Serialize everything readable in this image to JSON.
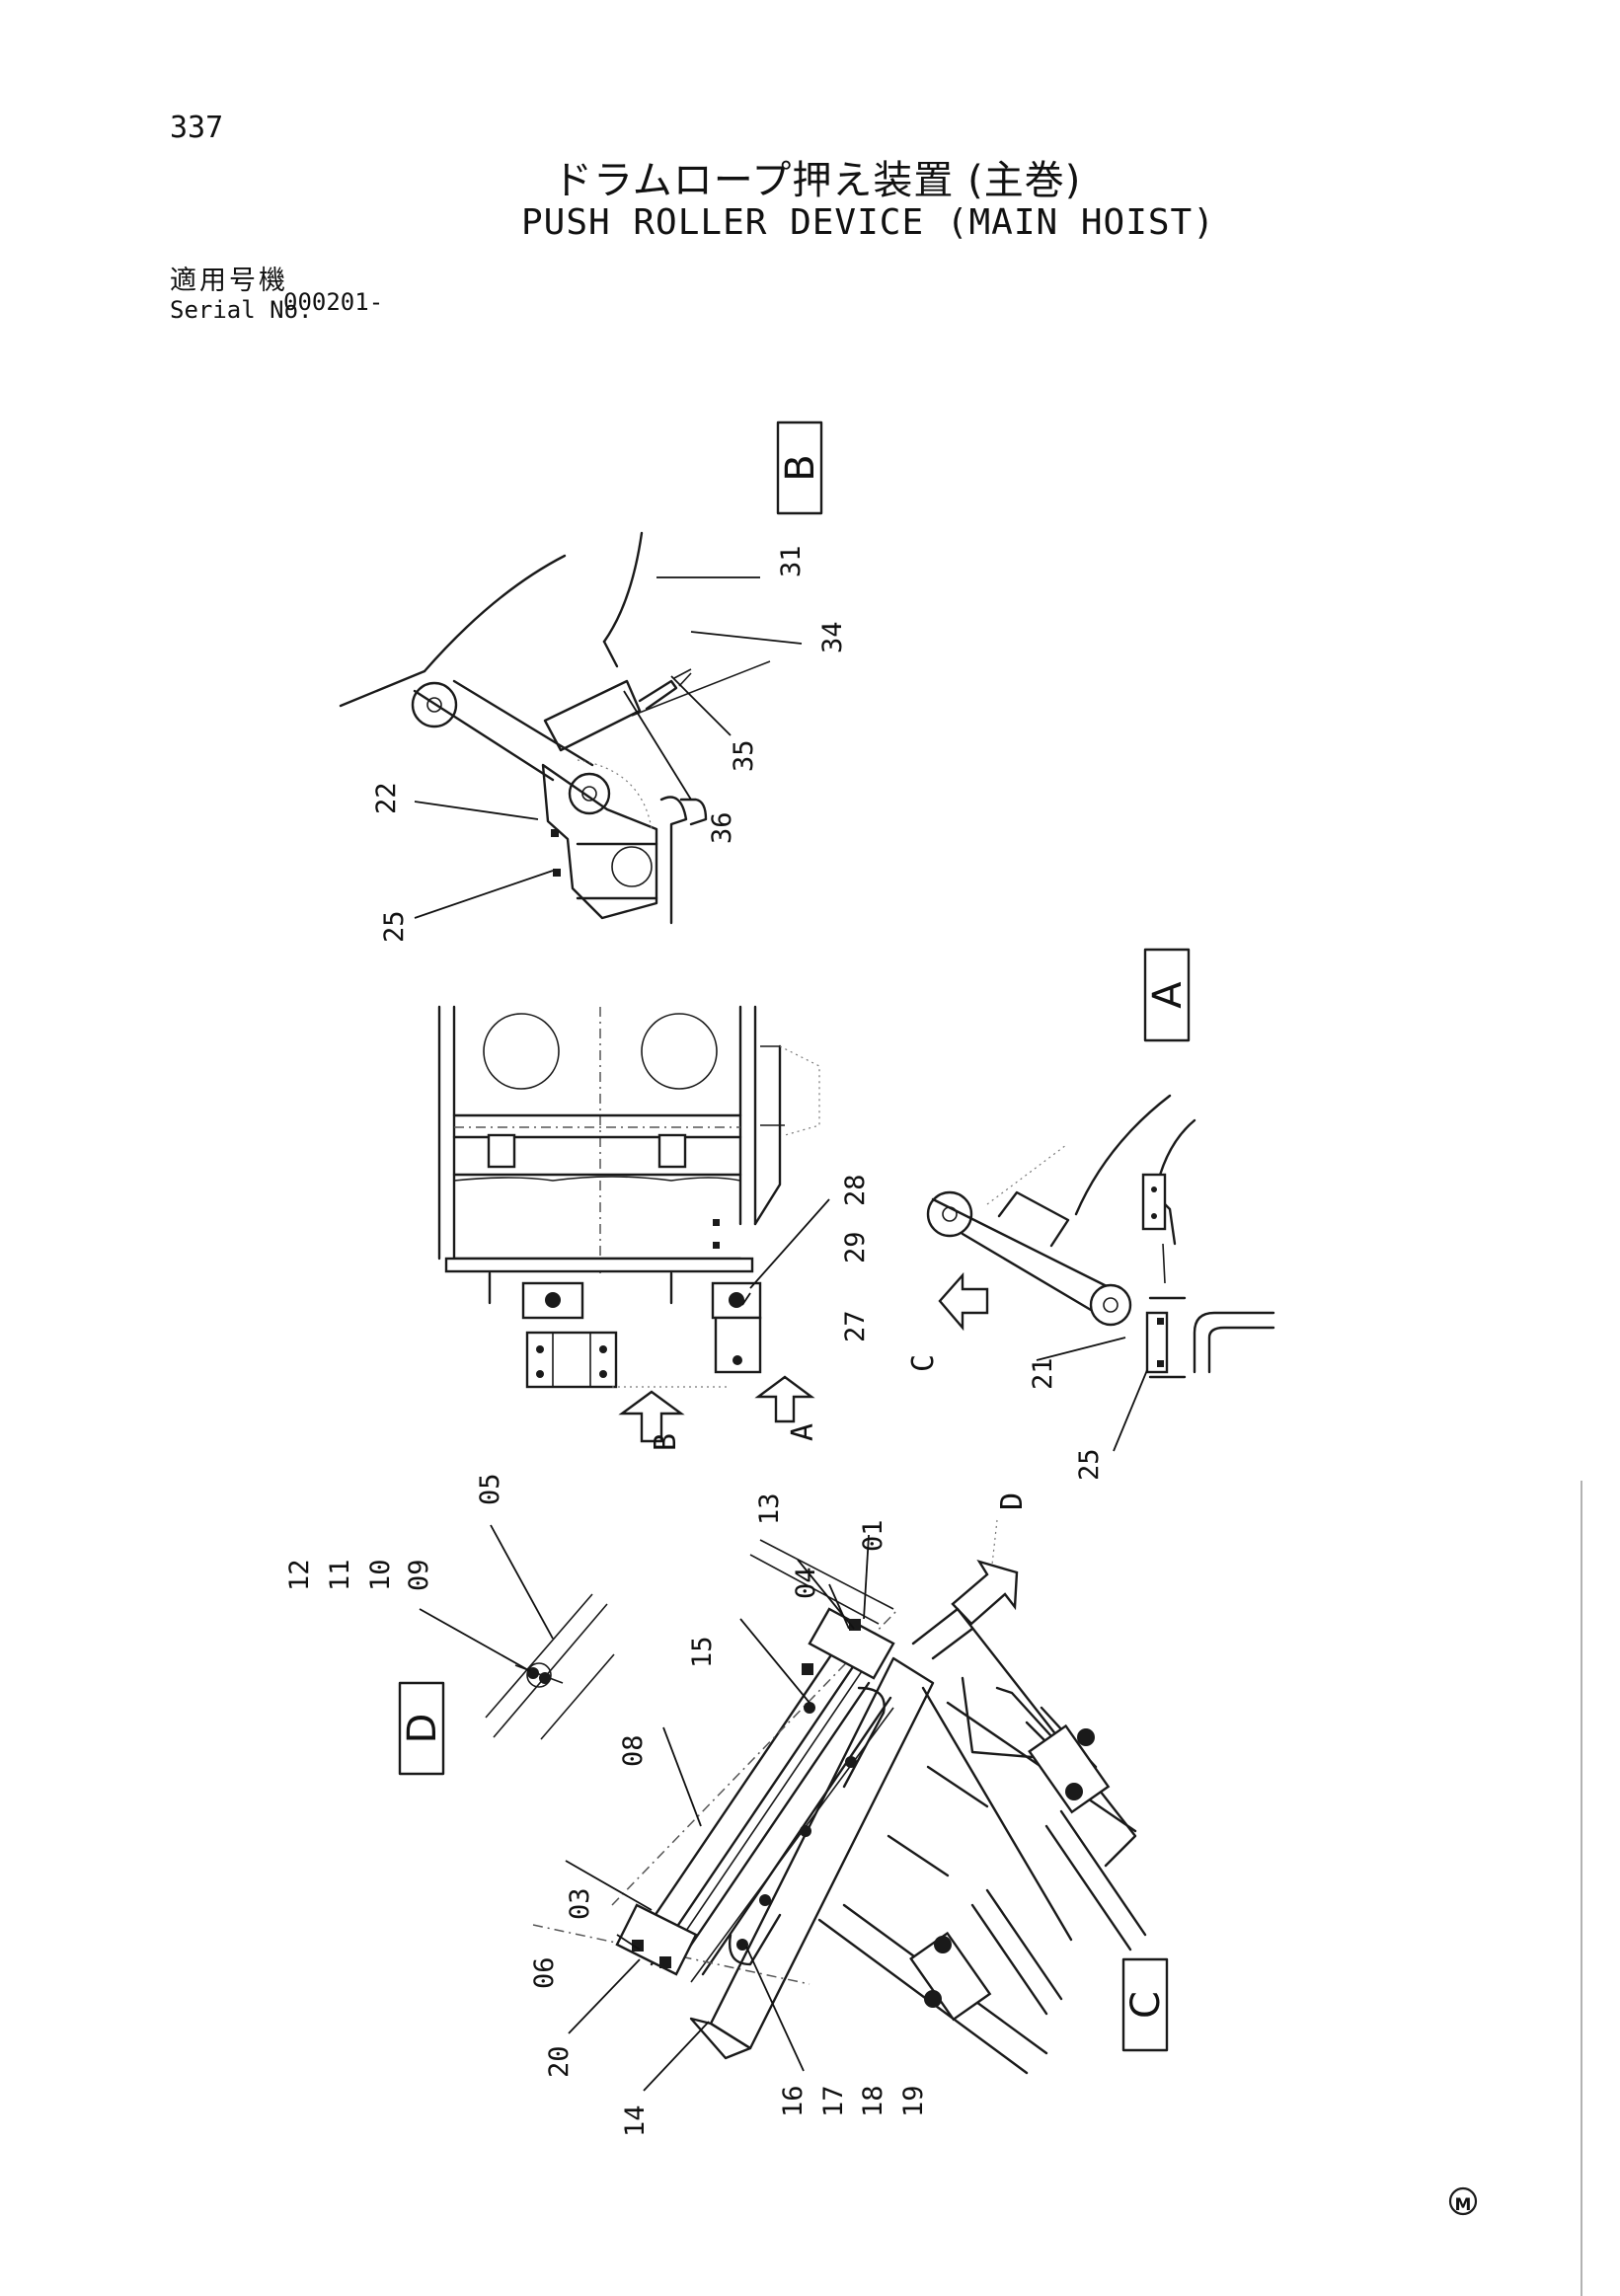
{
  "page_number": "337",
  "title_jp": "ドラムロープ押え装置 (主巻)",
  "title_en": "PUSH ROLLER DEVICE (MAIN HOIST)",
  "serial": {
    "label_jp": "適用号機",
    "label_en": "Serial No.",
    "value": "000201-"
  },
  "views": {
    "A": "A",
    "B": "B",
    "C": "C",
    "D": "D"
  },
  "parts": {
    "p01": "01",
    "p03": "03",
    "p04": "04",
    "p05": "05",
    "p06": "06",
    "p08": "08",
    "p09": "09",
    "p10": "10",
    "p11": "11",
    "p12": "12",
    "p13": "13",
    "p14": "14",
    "p15": "15",
    "p16": "16",
    "p17": "17",
    "p18": "18",
    "p19": "19",
    "p20": "20",
    "p21": "21",
    "p22": "22",
    "p25a": "25",
    "p25b": "25",
    "p27": "27",
    "p28": "28",
    "p29": "29",
    "p31": "31",
    "p34": "34",
    "p35": "35",
    "p36": "36"
  },
  "arrow_labels": {
    "A": "A",
    "B": "B",
    "C": "C",
    "D": "D"
  },
  "footer_mark": "M"
}
